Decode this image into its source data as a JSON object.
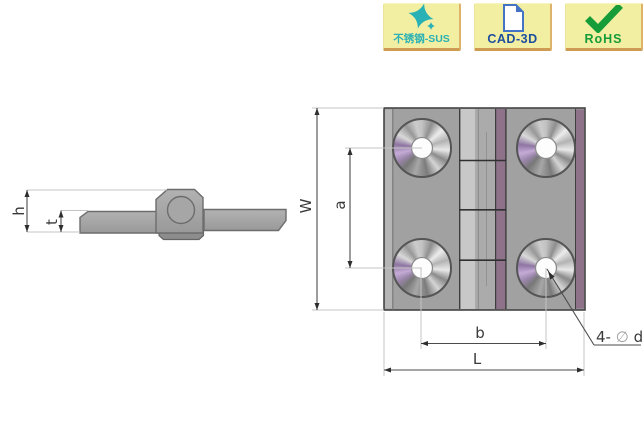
{
  "badges": [
    {
      "label": "不锈钢-SUS",
      "icon": "sparkle-icon",
      "color": "#29b1b5"
    },
    {
      "label": "CAD-3D",
      "icon": "document-icon",
      "color": "#1d4e9e"
    },
    {
      "label": "RoHS",
      "icon": "check-icon",
      "color": "#169c38"
    }
  ],
  "side_view": {
    "dim_h": "h",
    "dim_t": "t"
  },
  "top_view": {
    "dim_W": "W",
    "dim_a": "a",
    "dim_b": "b",
    "dim_L": "L",
    "hole_note": {
      "prefix": "4-",
      "diameter_symbol": "∅",
      "suffix": "d"
    }
  },
  "colors": {
    "badge_background": "#f2efa2",
    "accent_teal": "#29b1b5",
    "accent_blue": "#1d4e9e",
    "accent_green": "#169c38",
    "metal_gray": "#a1a1a1",
    "stripe_purple": "#8e7289",
    "page_background": "#ffffff"
  }
}
